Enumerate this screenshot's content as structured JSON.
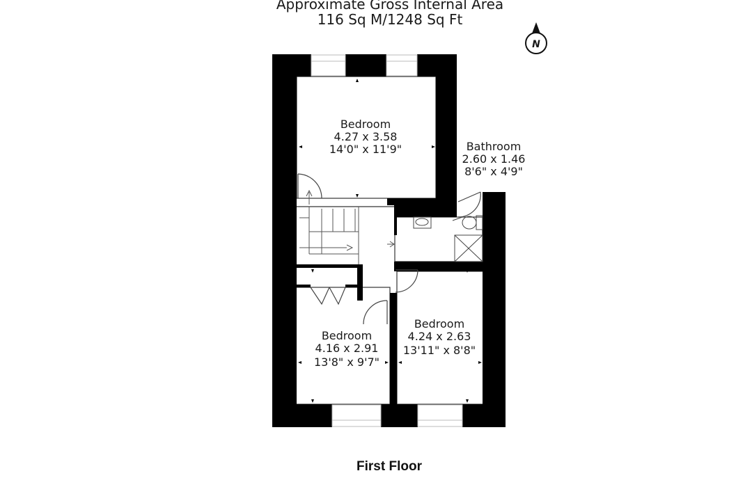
{
  "header": {
    "line1": "Approximate Gross Internal Area",
    "line2": "116 Sq M/1248 Sq Ft"
  },
  "compass": {
    "label": "N"
  },
  "floor_label": "First Floor",
  "rooms": [
    {
      "id": "bedroom-top",
      "name": "Bedroom",
      "metric": "4.27 x 3.58",
      "imperial": "14'0\" x 11'9\""
    },
    {
      "id": "bathroom",
      "name": "Bathroom",
      "metric": "2.60 x 1.46",
      "imperial": "8'6\" x 4'9\""
    },
    {
      "id": "bedroom-left",
      "name": "Bedroom",
      "metric": "4.16 x 2.91",
      "imperial": "13'8\" x 9'7\""
    },
    {
      "id": "bedroom-right",
      "name": "Bedroom",
      "metric": "4.24 x 2.63",
      "imperial": "13'11\" x 8'8\""
    }
  ],
  "colors": {
    "wall": "#000000",
    "line": "#222222",
    "background": "#ffffff"
  }
}
